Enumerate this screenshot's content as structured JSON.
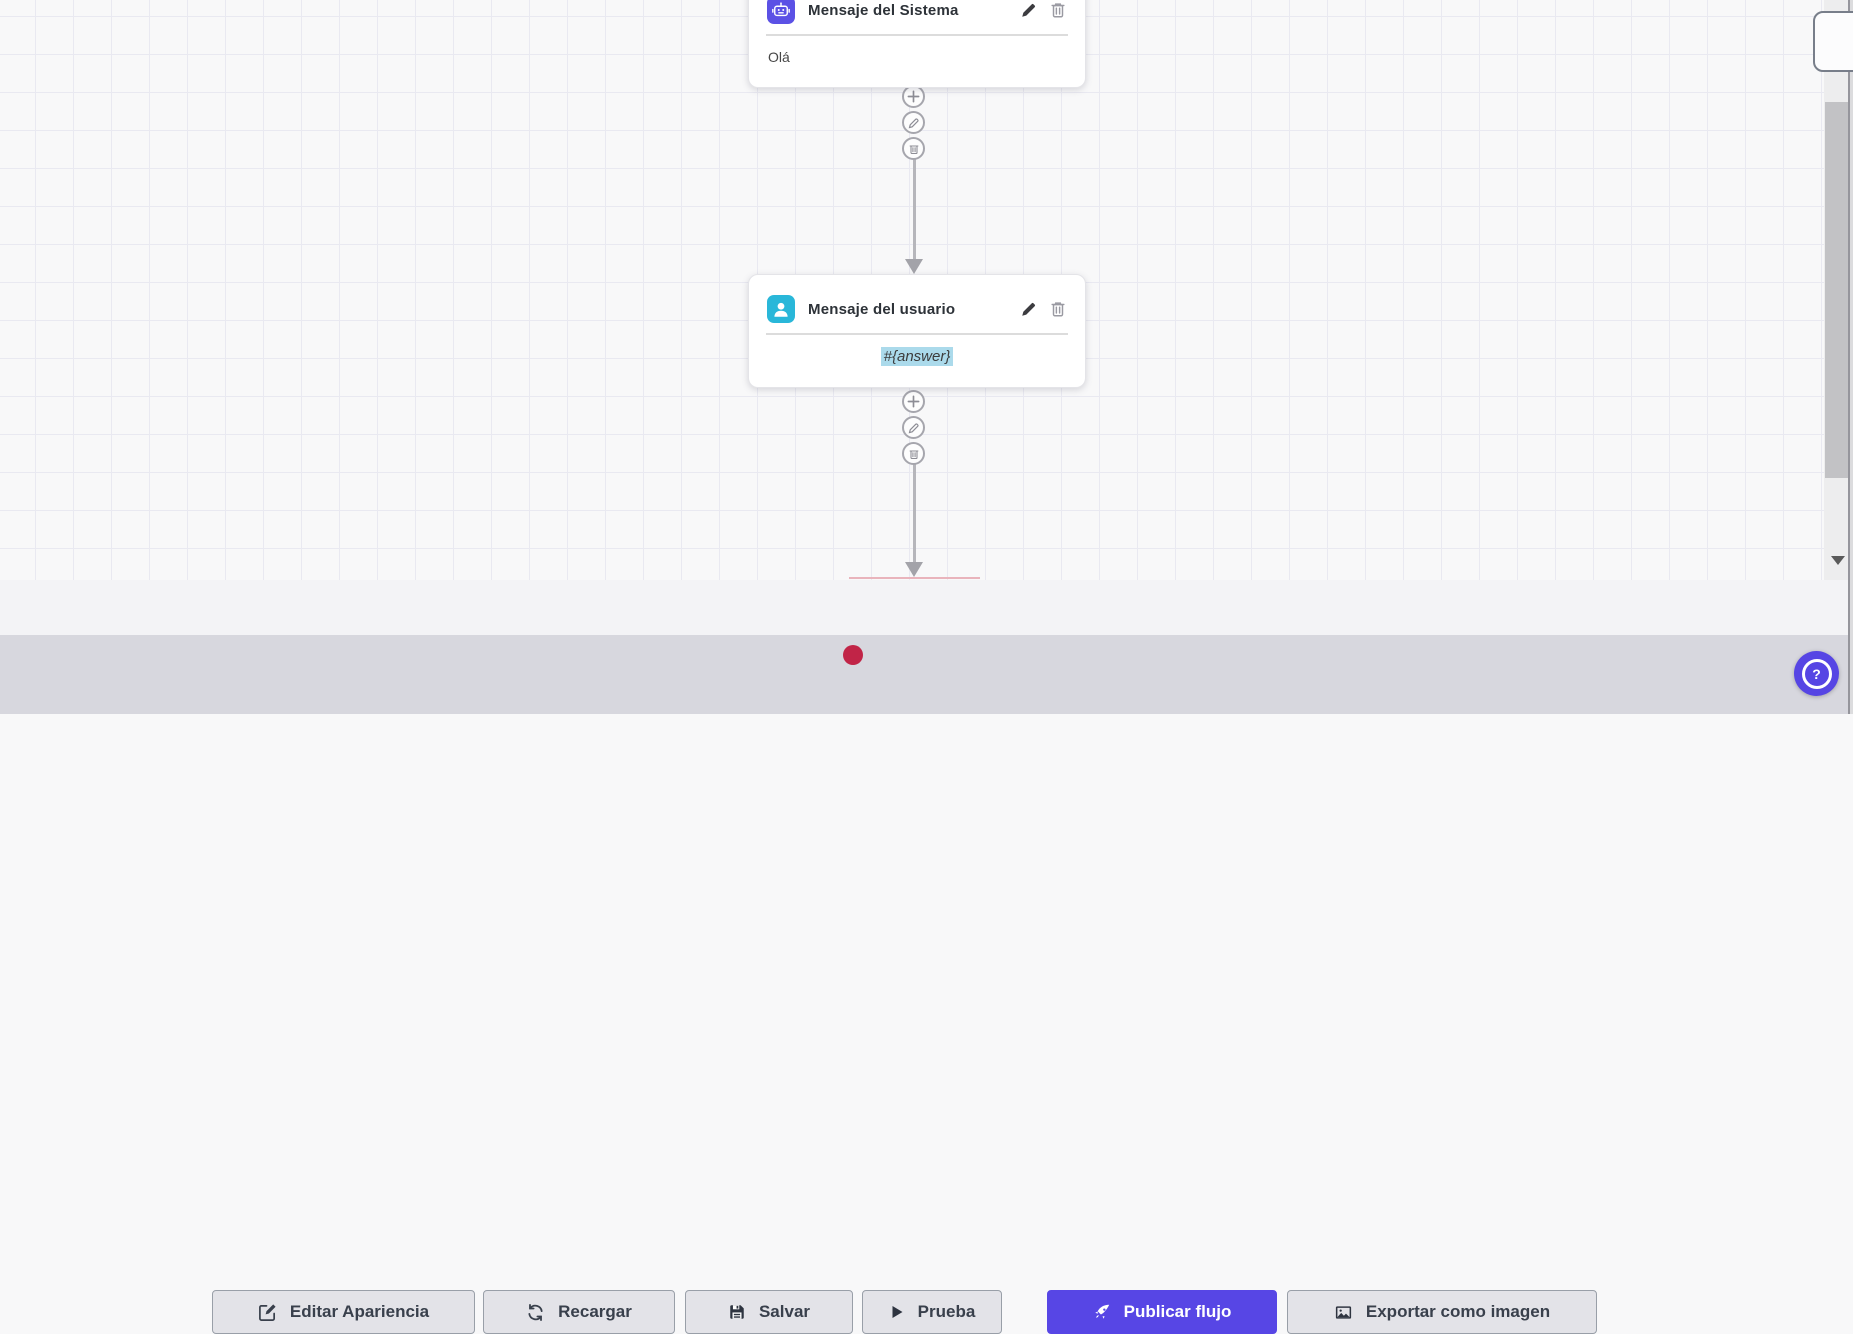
{
  "flow": {
    "nodes": [
      {
        "title": "Mensaje del Sistema",
        "body": "Olá",
        "icon": "robot-icon",
        "icon_color": "#5b51e5"
      },
      {
        "title": "Mensaje del usuario",
        "body": "#{answer}",
        "icon": "user-icon",
        "icon_color": "#29b7d9",
        "body_highlight_color": "#abdaeb"
      }
    ],
    "connector_actions": [
      "add",
      "edit",
      "delete"
    ]
  },
  "toolbar": {
    "buttons": [
      {
        "label": "Editar Apariencia",
        "icon": "edit-icon"
      },
      {
        "label": "Recargar",
        "icon": "refresh-icon"
      },
      {
        "label": "Salvar",
        "icon": "save-icon",
        "has_badge": true
      },
      {
        "label": "Prueba",
        "icon": "play-icon"
      },
      {
        "label": "Publicar flujo",
        "icon": "rocket-icon",
        "primary": true
      },
      {
        "label": "Exportar como imagen",
        "icon": "image-icon"
      }
    ],
    "badge_color": "#c12447",
    "primary_color": "#5746e5"
  },
  "help": {
    "label": "?"
  }
}
